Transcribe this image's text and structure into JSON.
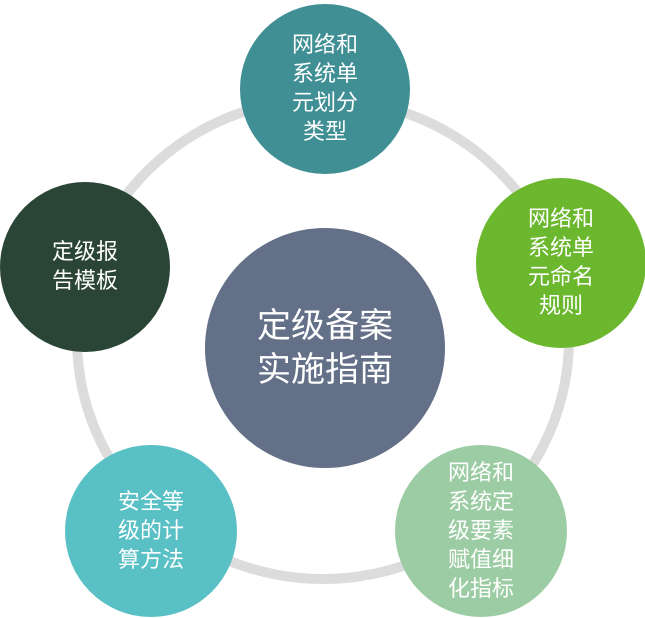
{
  "diagram": {
    "center": {
      "label": "定级备案\n实施指南",
      "color": "#637087"
    },
    "nodes": {
      "top": {
        "label": "网络和\n系统单\n元划分\n类型",
        "color": "#3f8f94"
      },
      "right": {
        "label": "网络和\n系统单\n元命名\n规则",
        "color": "#6bb82f"
      },
      "bottom_right": {
        "label": "网络和\n系统定\n级要素\n赋值细\n化指标",
        "color": "#9ccca3"
      },
      "bottom_left": {
        "label": "安全等\n级的计\n算方法",
        "color": "#59c0c5"
      },
      "left": {
        "label": "定级报\n告模板",
        "color": "#2a4535"
      }
    },
    "ring_color": "#dcdcdc"
  }
}
